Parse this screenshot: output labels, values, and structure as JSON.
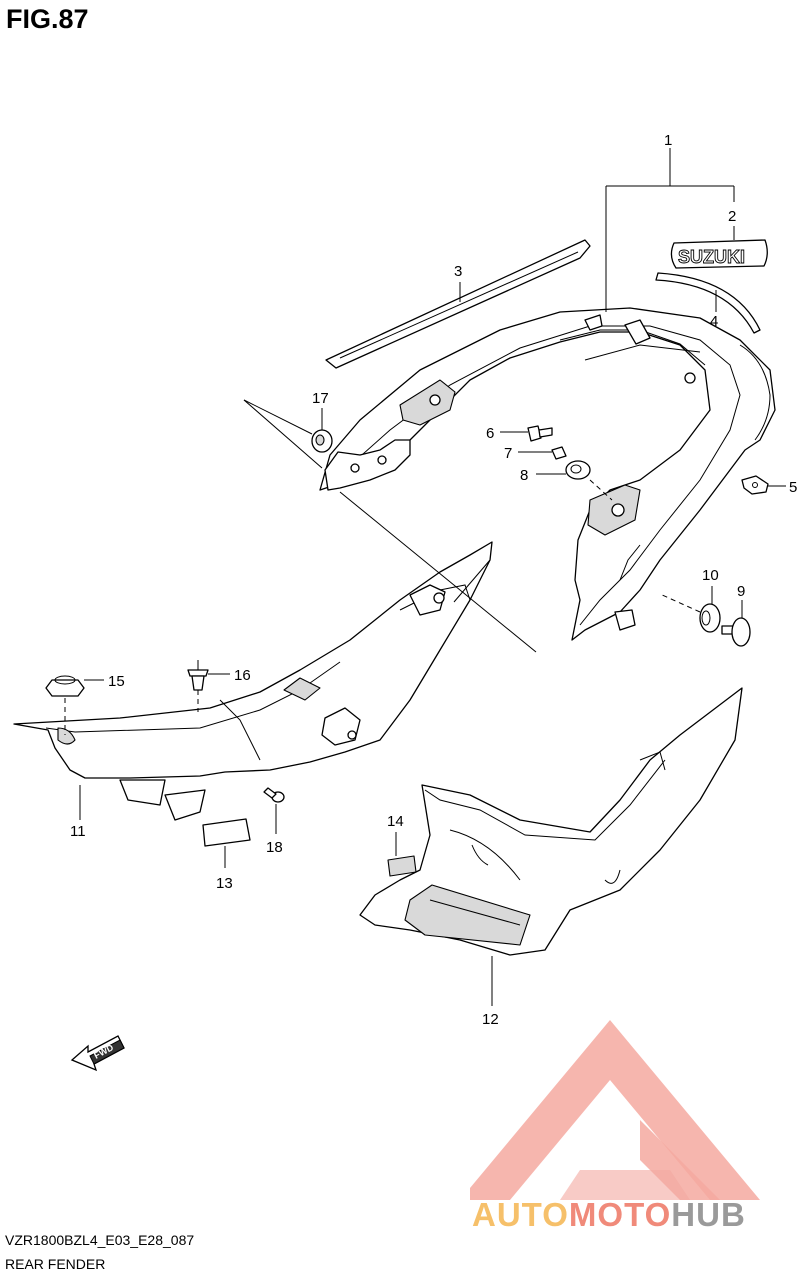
{
  "figure": {
    "title": "FIG.87",
    "model_code": "VZR1800BZL4_E03_E28_087",
    "name": "REAR FENDER"
  },
  "callouts": [
    "1",
    "2",
    "3",
    "4",
    "5",
    "6",
    "7",
    "8",
    "9",
    "10",
    "11",
    "12",
    "13",
    "14",
    "15",
    "16",
    "17",
    "18"
  ],
  "emblem_text": "SUZUKI",
  "fwd_label": "FWD",
  "watermark": {
    "part1": "AUTO",
    "part2": "MOTO",
    "part3": "HUB",
    "color_auto": "#f6c06a",
    "color_moto": "#f08a7a",
    "color_hub": "#9a9a9a",
    "triangle_color": "#f4a9a0"
  }
}
